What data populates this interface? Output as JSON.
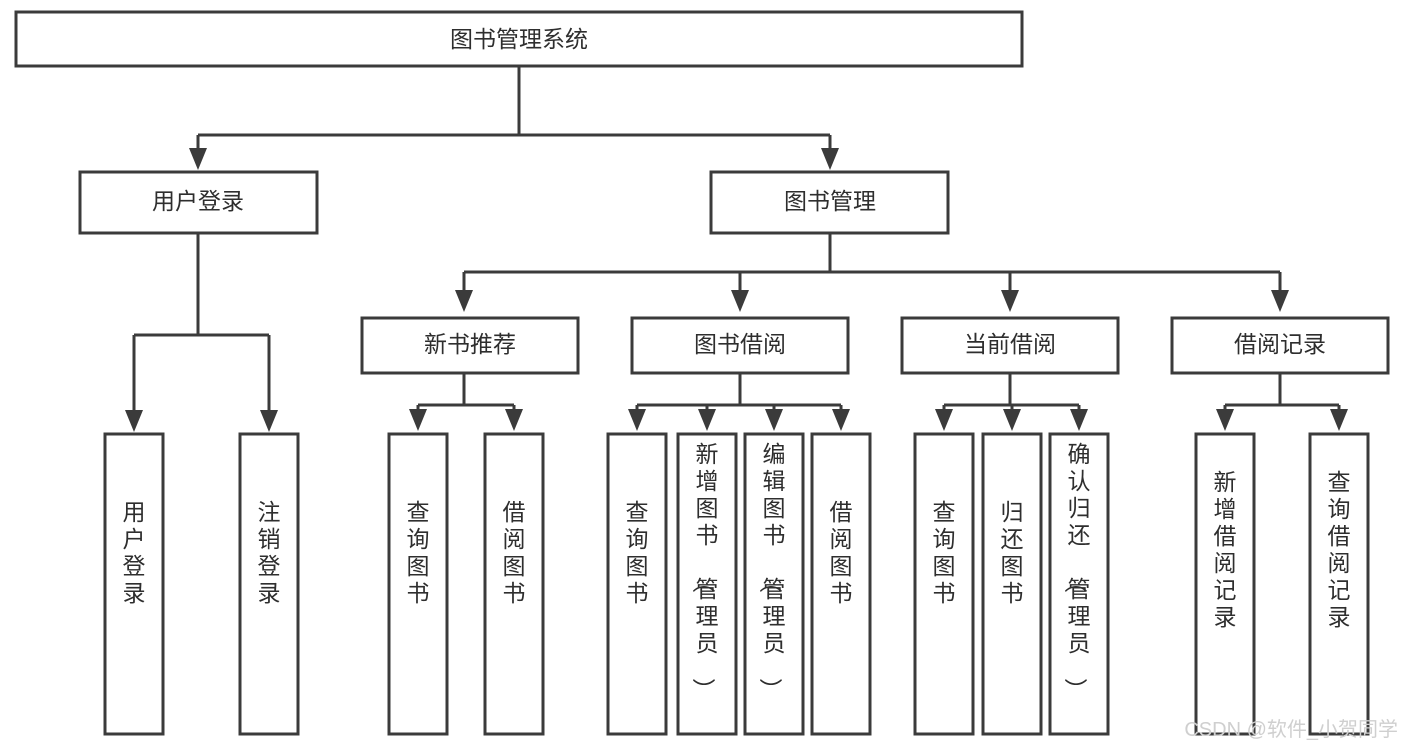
{
  "diagram": {
    "title": "图书管理系统",
    "type": "tree",
    "orientation": "top-down",
    "colors": {
      "background": "#ffffff",
      "box_stroke": "#3b3b3b",
      "box_fill": "#ffffff",
      "connector": "#3b3b3b",
      "label_text": "#2e2e2e",
      "watermark": "#cfcfcf"
    },
    "root": {
      "id": "root",
      "label": "图书管理系统",
      "text_orientation": "horizontal"
    },
    "level1": [
      {
        "id": "user-login",
        "label": "用户登录",
        "text_orientation": "horizontal"
      },
      {
        "id": "book-management",
        "label": "图书管理",
        "text_orientation": "horizontal"
      }
    ],
    "level2": [
      {
        "id": "new-book-recommend",
        "label": "新书推荐",
        "parent": "book-management",
        "text_orientation": "horizontal"
      },
      {
        "id": "book-borrow",
        "label": "图书借阅",
        "parent": "book-management",
        "text_orientation": "horizontal"
      },
      {
        "id": "current-borrow",
        "label": "当前借阅",
        "parent": "book-management",
        "text_orientation": "horizontal"
      },
      {
        "id": "borrow-record",
        "label": "借阅记录",
        "parent": "book-management",
        "text_orientation": "horizontal"
      }
    ],
    "leaves": [
      {
        "id": "leaf-user-login",
        "label": "用户登录",
        "parent": "user-login",
        "text_orientation": "vertical"
      },
      {
        "id": "leaf-user-logout",
        "label": "注销登录",
        "parent": "user-login",
        "text_orientation": "vertical"
      },
      {
        "id": "leaf-query-book-1",
        "label": "查询图书",
        "parent": "new-book-recommend",
        "text_orientation": "vertical"
      },
      {
        "id": "leaf-borrow-book-1",
        "label": "借阅图书",
        "parent": "new-book-recommend",
        "text_orientation": "vertical"
      },
      {
        "id": "leaf-query-book-2",
        "label": "查询图书",
        "parent": "book-borrow",
        "text_orientation": "vertical"
      },
      {
        "id": "leaf-add-book",
        "label": "新增图书（管理员）",
        "parent": "book-borrow",
        "text_orientation": "vertical"
      },
      {
        "id": "leaf-edit-book",
        "label": "编辑图书（管理员）",
        "parent": "book-borrow",
        "text_orientation": "vertical"
      },
      {
        "id": "leaf-borrow-book-2",
        "label": "借阅图书",
        "parent": "book-borrow",
        "text_orientation": "vertical"
      },
      {
        "id": "leaf-query-book-3",
        "label": "查询图书",
        "parent": "current-borrow",
        "text_orientation": "vertical"
      },
      {
        "id": "leaf-return-book",
        "label": "归还图书",
        "parent": "current-borrow",
        "text_orientation": "vertical"
      },
      {
        "id": "leaf-confirm-return",
        "label": "确认归还（管理员）",
        "parent": "current-borrow",
        "text_orientation": "vertical"
      },
      {
        "id": "leaf-add-record",
        "label": "新增借阅记录",
        "parent": "borrow-record",
        "text_orientation": "vertical"
      },
      {
        "id": "leaf-query-record",
        "label": "查询借阅记录",
        "parent": "borrow-record",
        "text_orientation": "vertical"
      }
    ]
  },
  "watermark": {
    "text": "CSDN @软件_小贺同学"
  }
}
